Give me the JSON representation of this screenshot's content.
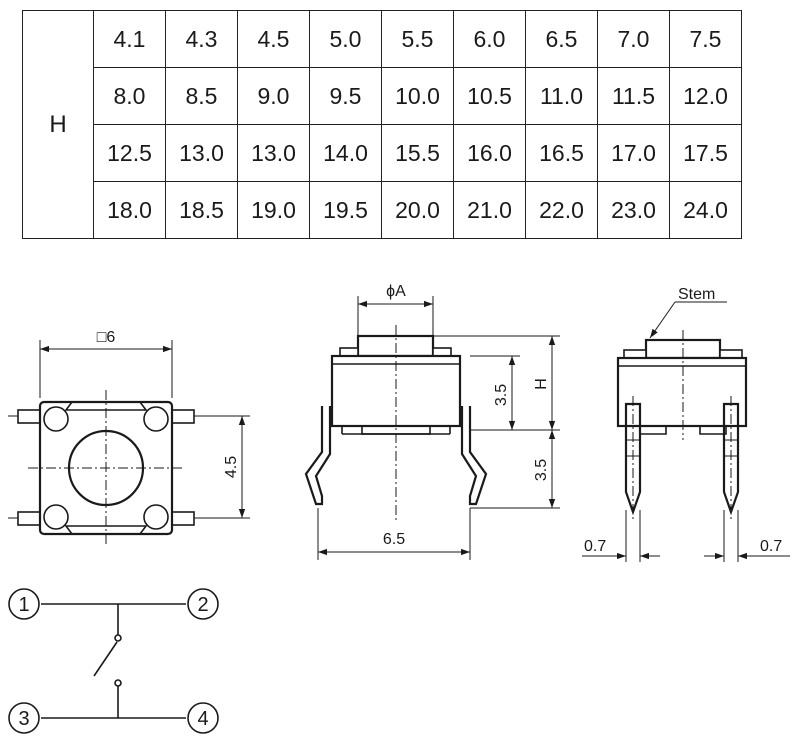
{
  "table": {
    "row_label": "H",
    "rows": [
      [
        "4.1",
        "4.3",
        "4.5",
        "5.0",
        "5.5",
        "6.0",
        "6.5",
        "7.0",
        "7.5"
      ],
      [
        "8.0",
        "8.5",
        "9.0",
        "9.5",
        "10.0",
        "10.5",
        "11.0",
        "11.5",
        "12.0"
      ],
      [
        "12.5",
        "13.0",
        "13.0",
        "14.0",
        "15.5",
        "16.0",
        "16.5",
        "17.0",
        "17.5"
      ],
      [
        "18.0",
        "18.5",
        "19.0",
        "19.5",
        "20.0",
        "21.0",
        "22.0",
        "23.0",
        "24.0"
      ]
    ]
  },
  "top_view": {
    "width_label": "□6",
    "pitch_label": "4.5"
  },
  "front_view": {
    "stem_dia_label": "ϕA",
    "body_height_label": "3.5",
    "total_height_label": "H",
    "lead_length_label": "3.5",
    "lead_span_label": "6.5"
  },
  "side_view": {
    "stem_label": "Stem",
    "lead_width_left": "0.7",
    "lead_width_right": "0.7"
  },
  "schematic": {
    "pins": [
      "1",
      "2",
      "3",
      "4"
    ]
  }
}
